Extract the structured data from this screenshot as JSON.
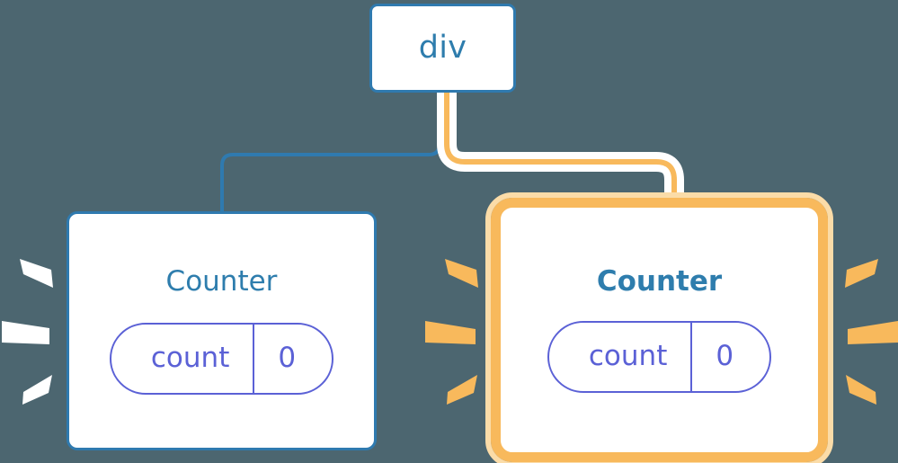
{
  "diagram": {
    "type": "component-tree",
    "background_color": "#4c6670",
    "description": "React component tree: a div parent with two Counter children; the right Counter is highlighted as re-rendering"
  },
  "palette": {
    "background": "#4c6670",
    "node_border_blue": "#2f7aaf",
    "title_blue": "#2e7dad",
    "state_purple": "#5b61d6",
    "highlight_orange": "#f8b95c",
    "highlight_orange_halo": "#fbdca8",
    "wire_white": "#ffffff",
    "node_fill": "#ffffff"
  },
  "nodes": {
    "root": {
      "label": "div",
      "border_color": "#2f7aaf",
      "highlighted": "false"
    },
    "child_left": {
      "label": "Counter",
      "border_color": "#2f7aaf",
      "highlighted": "false",
      "bold_title": "false",
      "state": {
        "key": "count",
        "value": "0"
      }
    },
    "child_right": {
      "label": "Counter",
      "border_color": "#f8b95c",
      "highlighted": "true",
      "bold_title": "true",
      "state": {
        "key": "count",
        "value": "0"
      }
    }
  },
  "edges": [
    {
      "name": "div-to-counter-left",
      "from": "root",
      "to": "child_left",
      "color": "#2f7aaf",
      "highlighted": "false"
    },
    {
      "name": "div-to-counter-right",
      "from": "root",
      "to": "child_right",
      "color": "#f8b95c",
      "highlighted": "true"
    }
  ],
  "sparkles": {
    "counter_left": {
      "color": "#ffffff",
      "sides": "left",
      "ray_count": 3
    },
    "counter_right": {
      "color": "#f8b95c",
      "sides": "left-and-right",
      "ray_count": 6
    }
  }
}
